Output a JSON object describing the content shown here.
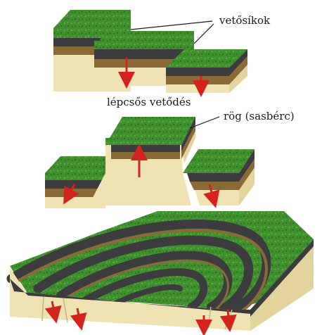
{
  "labels": {
    "fault_planes": "vetősíkok",
    "step_faulting": "lépcsős vetődés",
    "horst": "rög (sasbérc)"
  },
  "colors": {
    "grass": "#3f8f2e",
    "grass_dark": "#2f6f22",
    "rock_dark": "#3c3b3d",
    "rock_brown": "#8a6a36",
    "sand_front": "#efe3b3",
    "sand_side": "#e3d39c",
    "arrow": "#d4231f"
  }
}
